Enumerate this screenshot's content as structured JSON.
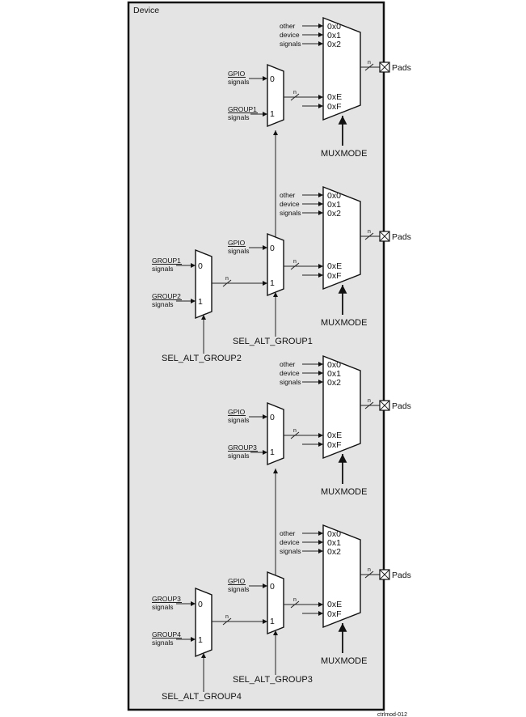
{
  "diagram": {
    "container_label": "Device",
    "figure_id": "ctrlmod-012",
    "pads_label": "Pads",
    "bus_label": "n",
    "muxmode_label": "MUXMODE",
    "other_signals": [
      "other",
      "device",
      "signals"
    ],
    "mux_inputs_top": [
      "0x0",
      "0x1",
      "0x2"
    ],
    "mux_inputs_bottom": [
      "0xE",
      "0xF"
    ],
    "input_zero": "0",
    "input_one": "1",
    "signals_word": "signals",
    "blocks": [
      {
        "gpio_label": "GPIO",
        "group_label": "GROUP1",
        "pre_mux": null
      },
      {
        "gpio_label": "GPIO",
        "group_label": "",
        "sel_label": "SEL_ALT_GROUP1",
        "pre_mux": {
          "in0": "GROUP1",
          "in1": "GROUP2",
          "sel_label": "SEL_ALT_GROUP2"
        }
      },
      {
        "gpio_label": "GPIO",
        "group_label": "GROUP3",
        "pre_mux": null
      },
      {
        "gpio_label": "GPIO",
        "group_label": "",
        "sel_label": "SEL_ALT_GROUP3",
        "pre_mux": {
          "in0": "GROUP3",
          "in1": "GROUP4",
          "sel_label": "SEL_ALT_GROUP4"
        }
      }
    ]
  }
}
